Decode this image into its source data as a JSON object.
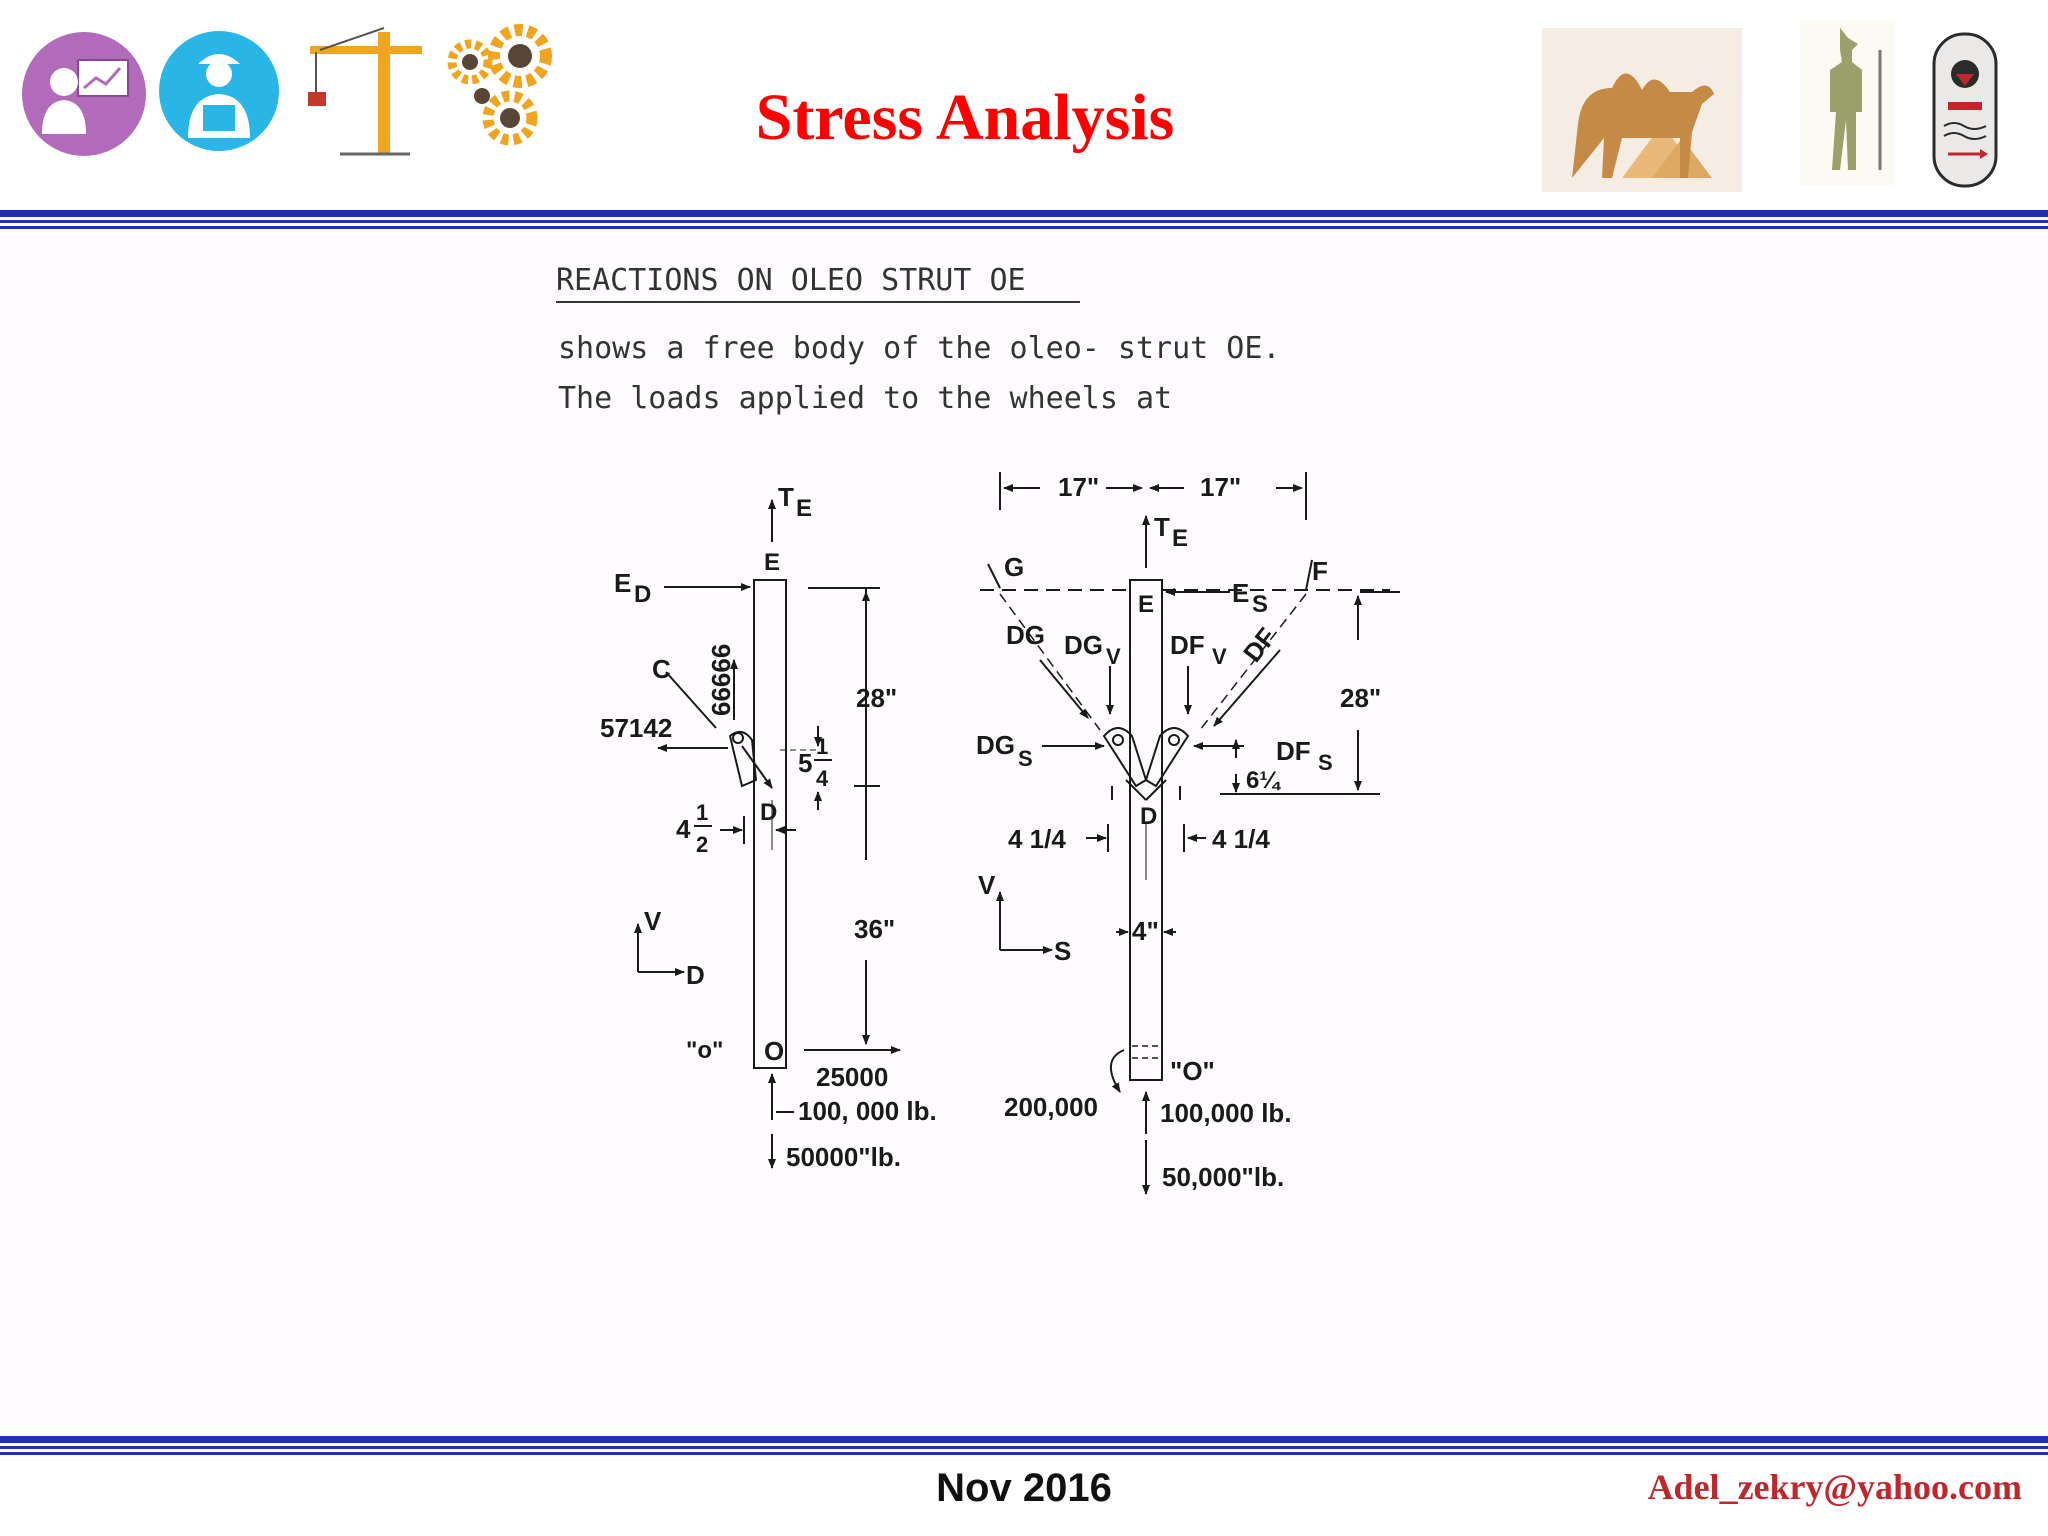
{
  "slide": {
    "title": "Stress Analysis",
    "date": "Nov 2016",
    "email": "Adel_zekry@yahoo.com"
  },
  "header_icons": [
    "engineer-presentation-icon",
    "engineer-blueprint-icon",
    "crane-icon",
    "gears-icon",
    "camel-pyramids-logo",
    "anubis-figure-logo",
    "university-crest-logo"
  ],
  "diagram": {
    "heading": "REACTIONS ON OLEO STRUT OE",
    "line1": "shows a free body of the oleo- strut OE.",
    "line2": "The loads applied to the wheels at",
    "left": {
      "TE_T": "T",
      "TE_E": "E",
      "E_label": "E",
      "ED_E": "E",
      "ED_D": "D",
      "C_label": "C",
      "v66666": "66666",
      "v57142": "57142",
      "dim28": "28\"",
      "dim36": "36\"",
      "frac5": "5",
      "frac5_num": "1",
      "frac5_den": "4",
      "frac4": "4",
      "frac4_num": "1",
      "frac4_den": "2",
      "D_label": "D",
      "V_axis": "V",
      "D_axis": "D",
      "o_label": "\"o\"",
      "O_label": "O",
      "v25000": "25000",
      "v100000": "100, 000 lb.",
      "v50000": "50000\"lb."
    },
    "right": {
      "dim17a": "17\"",
      "dim17b": "17\"",
      "TE_T": "T",
      "TE_E": "E",
      "G_label": "G",
      "F_label": "F",
      "E_label": "E",
      "ES_E": "E",
      "ES_S": "S",
      "DG": "DG",
      "DGV": "DG",
      "DGV_sub": "V",
      "DFV": "DF",
      "DFV_sub": "V",
      "DF": "DF",
      "dim28": "28\"",
      "DGS": "DG",
      "DGS_sub": "S",
      "DFS": "DF",
      "DFS_sub": "S",
      "dim6": "6¼",
      "D_label": "D",
      "dim41_4a": "4 1/4",
      "dim41_4b": "4 1/4",
      "V_axis": "V",
      "S_axis": "S",
      "dim4": "4\"",
      "O_label": "\"O\"",
      "v200000": "200,000",
      "v100000": "100,000 lb.",
      "v50000": "50,000\"lb."
    }
  }
}
